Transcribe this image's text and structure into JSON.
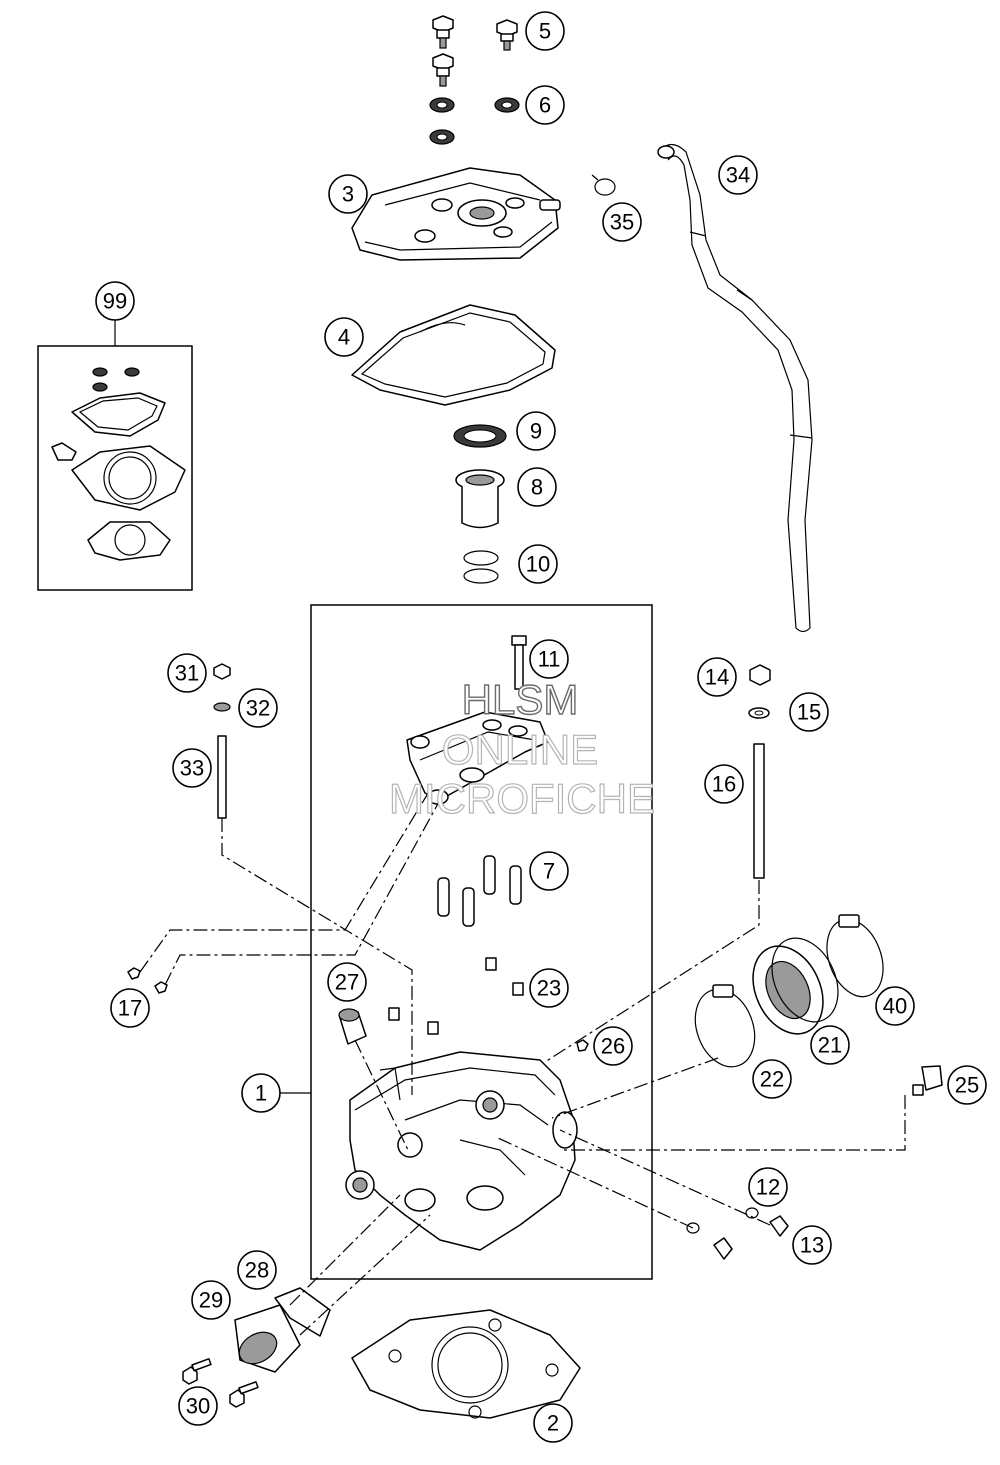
{
  "diagram": {
    "watermark": {
      "line1": "HLSM",
      "line2": "ONLINE",
      "line3": "MICROFICHE"
    },
    "callouts": {
      "c1": "1",
      "c2": "2",
      "c3": "3",
      "c4": "4",
      "c5": "5",
      "c6": "6",
      "c7": "7",
      "c8": "8",
      "c9": "9",
      "c10": "10",
      "c11": "11",
      "c12": "12",
      "c13": "13",
      "c14": "14",
      "c15": "15",
      "c16": "16",
      "c17": "17",
      "c21": "21",
      "c22": "22",
      "c23": "23",
      "c25": "25",
      "c26": "26",
      "c27": "27",
      "c28": "28",
      "c29": "29",
      "c30": "30",
      "c31": "31",
      "c32": "32",
      "c33": "33",
      "c34": "34",
      "c35": "35",
      "c40": "40",
      "c99": "99"
    }
  }
}
